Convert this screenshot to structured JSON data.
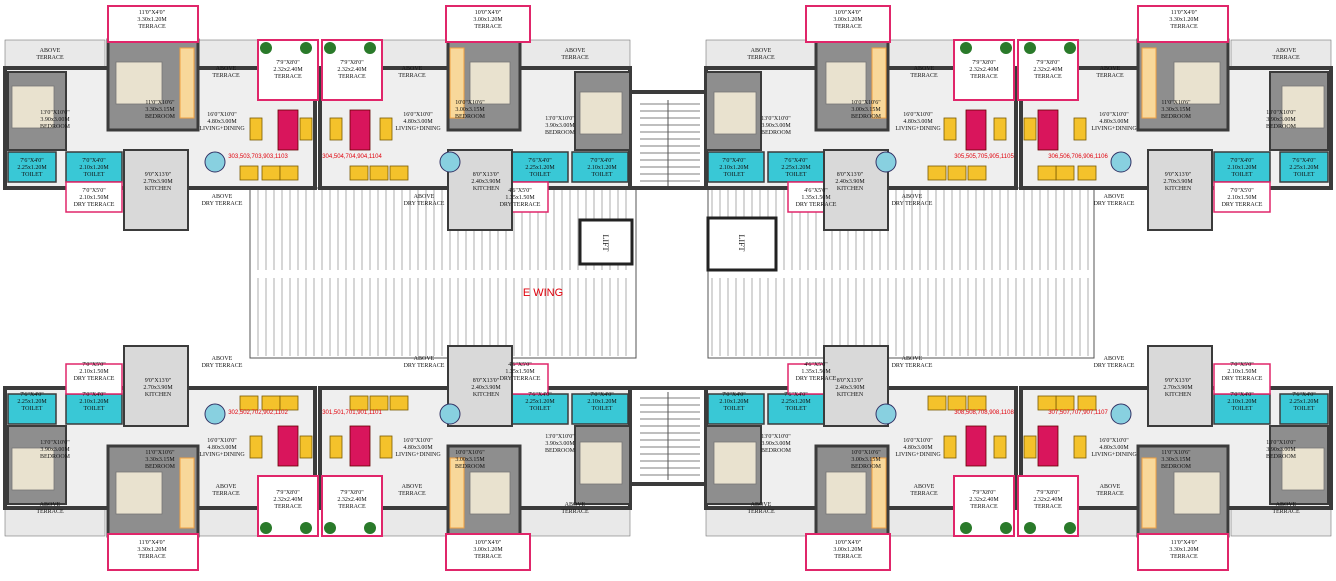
{
  "plan": {
    "wing_label": "E WING",
    "lift_label": "LIFT",
    "colors": {
      "wall": "#3b3b3b",
      "room_floor": "#efefef",
      "bedroom_floor": "#8e8e8e",
      "terrace_above": "#e9e9e9",
      "toilet": "#39c8d6",
      "dining_table": "#d9155c",
      "chair": "#f4c22b",
      "bed": "#e9e2cf",
      "wardrobe": "#f0a040",
      "terrace_outline": "#e0266a",
      "plant": "#2a7a2a",
      "flat_number": "#e0000b"
    },
    "flat_numbers": {
      "tl1": "303,503,703,903,1103",
      "tl2": "304,504,704,904,1104",
      "tr1": "305,505,705,905,1105",
      "tr2": "306,506,706,906,1106",
      "bl1": "302,502,702,902,1102",
      "bl2": "301,501,701,901,1101",
      "br1": "308,508,708,908,1108",
      "br2": "307,507,707,907,1107"
    },
    "labels": {
      "above_terrace": [
        "ABOVE",
        "TERRACE"
      ],
      "terrace_above": [
        "TERRACE",
        "ABOVE"
      ],
      "dry_terrace_above": [
        "DRY TERRACE",
        "ABOVE"
      ],
      "above_dry_terrace": [
        "ABOVE",
        "DRY TERRACE"
      ],
      "bedroom_a": [
        "13'0\"X10'0\"",
        "3.90x3.00M",
        "BEDROOM"
      ],
      "bedroom_b": [
        "11'0\"X10'6\"",
        "3.30x3.15M",
        "BEDROOM"
      ],
      "bedroom_c": [
        "10'0\"X10'6\"",
        "3.00x3.15M",
        "BEDROOM"
      ],
      "living": [
        "16'0\"X10'0\"",
        "4.80x3.00M",
        "LIVING+DINING"
      ],
      "kitchen_a": [
        "9'0\"X13'0\"",
        "2.70x3.90M",
        "KITCHEN"
      ],
      "kitchen_b": [
        "8'0\"X13'0\"",
        "2.40x3.90M",
        "KITCHEN"
      ],
      "toilet": [
        "7'0\"X4'0\"",
        "2.10x1.20M",
        "TOILET"
      ],
      "toilet_b": [
        "7'6\"X4'0\"",
        "2.25x1.20M",
        "TOILET"
      ],
      "dry_terrace": [
        "7'0\"X5'0\"",
        "2.10x1.50M",
        "DRY TERRACE"
      ],
      "dry_terrace_b": [
        "4'6\"X5'0\"",
        "1.35x1.50M",
        "DRY TERRACE"
      ],
      "terrace_a": [
        "11'0\"X4'0\"",
        "3.30x1.20M",
        "TERRACE"
      ],
      "terrace_b": [
        "10'0\"X4'0\"",
        "3.00x1.20M",
        "TERRACE"
      ],
      "terrace_c": [
        "7'9\"X8'0\"",
        "2.32x2.40M",
        "TERRACE"
      ]
    }
  }
}
